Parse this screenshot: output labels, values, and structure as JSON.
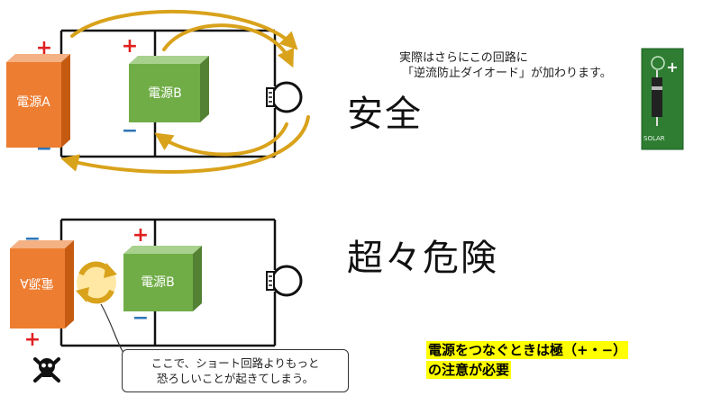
{
  "top_circuit": {
    "source_a_label": "電源A",
    "source_b_label": "電源B",
    "plus_sign": "+",
    "minus_sign": "−",
    "result_label": "安全"
  },
  "bottom_circuit": {
    "source_a_label": "電源A",
    "source_b_label": "電源B",
    "plus_sign": "+",
    "minus_sign": "−",
    "result_label": "超々危険",
    "callout_lines": [
      "ここで、ショート回路よりもっと",
      "恐ろしいことが起きてしまう。"
    ]
  },
  "note_lines": [
    "実際はさらにこの回路に",
    "「逆流防止ダイオード」が加わります。"
  ],
  "warning_lines": [
    "電源をつなぐときは極（+・−）",
    "の注意が必要"
  ],
  "board_photo_text": {
    "plus": "+",
    "solar": "SOLAR"
  },
  "colors": {
    "source_a": "#ED7D31",
    "source_b": "#70AD47",
    "arrow": "#D9A21B",
    "plus": "#E02020",
    "minus": "#2E75B6",
    "highlight": "#FFFF00",
    "board": "#2E7D32"
  }
}
